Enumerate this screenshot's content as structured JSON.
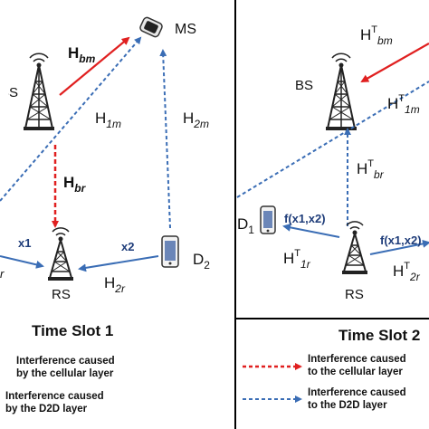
{
  "left": {
    "nodes": {
      "bs": "BS",
      "ms": "MS",
      "rs": "RS",
      "d2_main": "D",
      "d2_sub": "2"
    },
    "labels": {
      "hbm_main": "H",
      "hbm_sub": "bm",
      "h1m_main": "H",
      "h1m_sub": "1m",
      "h2m_main": "H",
      "h2m_sub": "2m",
      "hbr_main": "H",
      "hbr_sub": "br",
      "h2r_main": "H",
      "h2r_sub": "2r",
      "x1": "x1",
      "x2": "x2",
      "r_frag": "r"
    },
    "title": "Time Slot 1",
    "legend": {
      "cellular": "Interference caused\nby the cellular layer",
      "d2d": "Interference caused\nby the D2D layer"
    }
  },
  "right": {
    "nodes": {
      "bs": "BS",
      "rs": "RS",
      "d1_main": "D",
      "d1_sub": "1"
    },
    "labels": {
      "hbm_main": "H",
      "hbm_sup": "T",
      "hbm_sub": "bm",
      "h1m_main": "H",
      "h1m_sup": "T",
      "h1m_sub": "1m",
      "hbr_main": "H",
      "hbr_sup": "T",
      "hbr_sub": "br",
      "h1r_main": "H",
      "h1r_sup": "T",
      "h1r_sub": "1r",
      "h2r_main": "H",
      "h2r_sup": "T",
      "h2r_sub": "2r",
      "fx_left": "f(x1,x2)",
      "fx_right": "f(x1,x2)"
    },
    "title": "Time Slot 2",
    "legend": {
      "cellular": "Interference caused\nto the cellular layer",
      "d2d": "Interference caused\nto the D2D layer"
    }
  },
  "colors": {
    "red": "#e02020",
    "blue": "#3a6db5",
    "label_blue": "#1f3d7a",
    "divider": "#000000"
  }
}
